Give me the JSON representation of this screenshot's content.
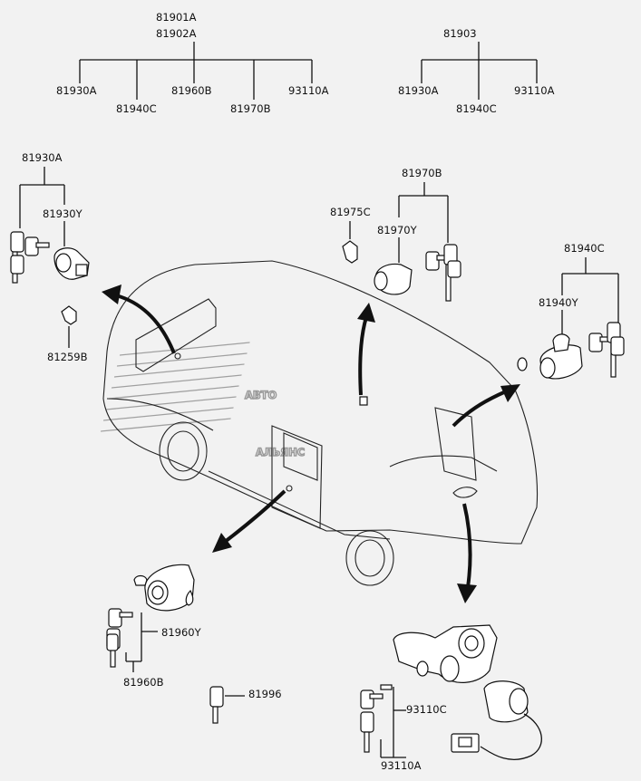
{
  "watermark": {
    "line1": "АВТО",
    "line2": "АЛЬЯНС"
  },
  "labels": {
    "k81901A": "81901A",
    "k81902A": "81902A",
    "k81903": "81903",
    "t_81930A": "81930A",
    "t_81940C": "81940C",
    "t_81960B": "81960B",
    "t_81970B": "81970B",
    "t_93110A": "93110A",
    "t2_81930A": "81930A",
    "t2_81940C": "81940C",
    "t2_93110A": "93110A",
    "p_81930A": "81930A",
    "p_81930Y": "81930Y",
    "p_81259B": "81259B",
    "p_81975C": "81975C",
    "p_81970B": "81970B",
    "p_81970Y": "81970Y",
    "p_81940C": "81940C",
    "p_81940Y": "81940Y",
    "p_81960Y": "81960Y",
    "p_81960B": "81960B",
    "p_81996": "81996",
    "p_93110C": "93110C",
    "p_93110A": "93110A"
  }
}
